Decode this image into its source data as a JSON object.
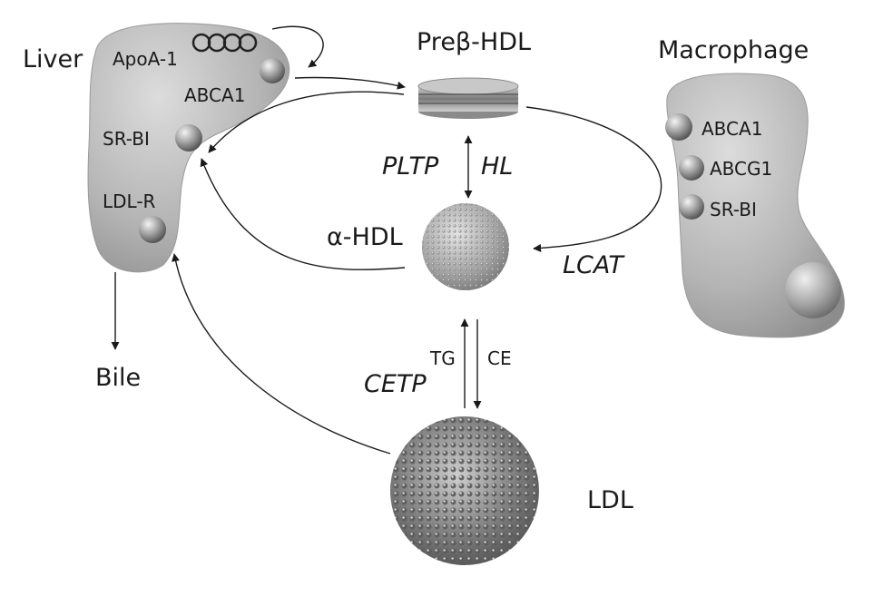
{
  "labels": {
    "liver": "Liver",
    "apoa1": "ApoA-1",
    "liver_abca1": "ABCA1",
    "liver_srbi": "SR-BI",
    "ldlr": "LDL-R",
    "bile": "Bile",
    "prebeta_hdl": "Preβ-HDL",
    "pltp": "PLTP",
    "hl": "HL",
    "alpha_hdl": "α-HDL",
    "lcat": "LCAT",
    "macrophage": "Macrophage",
    "mac_abca1": "ABCA1",
    "mac_abcg1": "ABCG1",
    "mac_srbi": "SR-BI",
    "cetp": "CETP",
    "tg": "TG",
    "ce": "CE",
    "ldl": "LDL"
  },
  "colors": {
    "organ": "#a6a6a6",
    "organ_light": "#d6d6d6",
    "particle_dark": "#4a4a4a",
    "arrow": "#1a1a1a"
  }
}
